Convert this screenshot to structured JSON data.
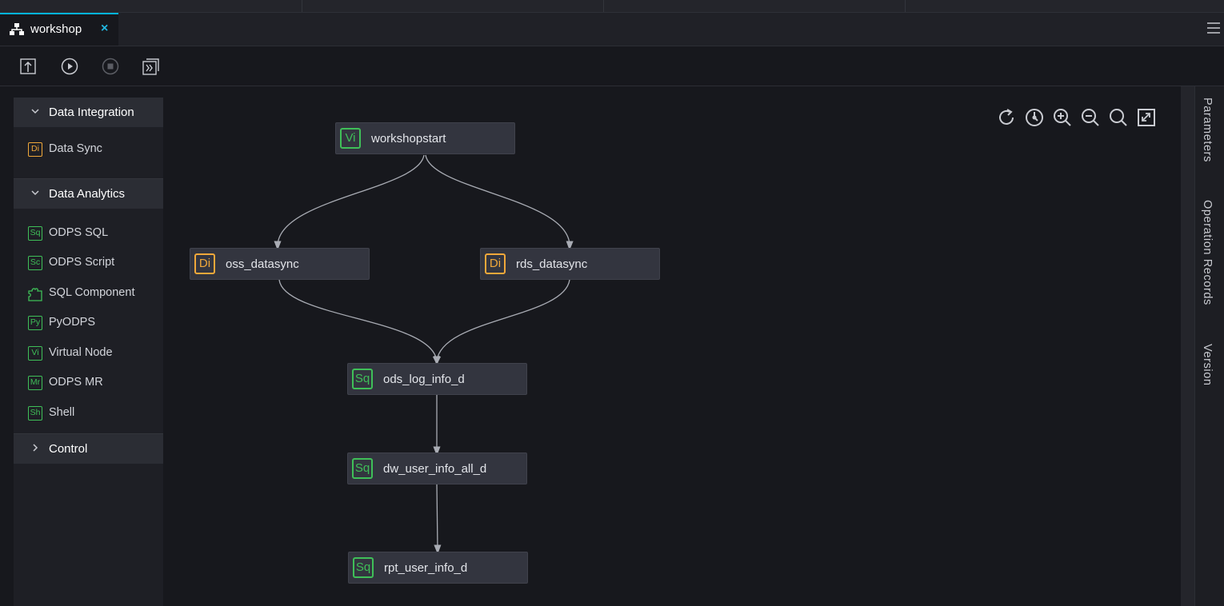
{
  "tab": {
    "label": "workshop",
    "close": "×"
  },
  "toolbar": {
    "buttons": [
      "submit-icon",
      "run-icon",
      "stop-icon",
      "go-operation-icon"
    ]
  },
  "left_panel": {
    "groups": [
      {
        "title": "Data Integration",
        "items": [
          {
            "badge": "Di",
            "label": "Data Sync",
            "color": "#f0a83a"
          }
        ]
      },
      {
        "title": "Data Analytics",
        "items": [
          {
            "badge": "Sq",
            "label": "ODPS SQL",
            "color": "#3fbf58"
          },
          {
            "badge": "Sc",
            "label": "ODPS Script",
            "color": "#3fbf58"
          },
          {
            "badge": "",
            "label": "SQL Component",
            "color": "#3fbf58",
            "icon": "puzzle-icon"
          },
          {
            "badge": "Py",
            "label": "PyODPS",
            "color": "#3fbf58"
          },
          {
            "badge": "Vi",
            "label": "Virtual Node",
            "color": "#3fbf58"
          },
          {
            "badge": "Mr",
            "label": "ODPS MR",
            "color": "#3fbf58"
          },
          {
            "badge": "Sh",
            "label": "Shell",
            "color": "#3fbf58"
          }
        ]
      },
      {
        "title": "Control",
        "items": []
      }
    ]
  },
  "canvas": {
    "controls": [
      "refresh-icon",
      "auto-layout-icon",
      "zoom-in-icon",
      "zoom-out-icon",
      "fit-icon",
      "fullscreen-icon"
    ],
    "nodes": [
      {
        "id": "n1",
        "badge": "Vi",
        "label": "workshopstart",
        "color": "#3fbf58"
      },
      {
        "id": "n2",
        "badge": "Di",
        "label": "oss_datasync",
        "color": "#f0a83a"
      },
      {
        "id": "n3",
        "badge": "Di",
        "label": "rds_datasync",
        "color": "#f0a83a"
      },
      {
        "id": "n4",
        "badge": "Sq",
        "label": "ods_log_info_d",
        "color": "#3fbf58"
      },
      {
        "id": "n5",
        "badge": "Sq",
        "label": "dw_user_info_all_d",
        "color": "#3fbf58"
      },
      {
        "id": "n6",
        "badge": "Sq",
        "label": "rpt_user_info_d",
        "color": "#3fbf58"
      }
    ],
    "edges": [
      [
        "n1",
        "n2"
      ],
      [
        "n1",
        "n3"
      ],
      [
        "n2",
        "n4"
      ],
      [
        "n3",
        "n4"
      ],
      [
        "n4",
        "n5"
      ],
      [
        "n5",
        "n6"
      ]
    ]
  },
  "right_panel": {
    "tabs": [
      "Parameters",
      "Operation Records",
      "Version"
    ]
  }
}
